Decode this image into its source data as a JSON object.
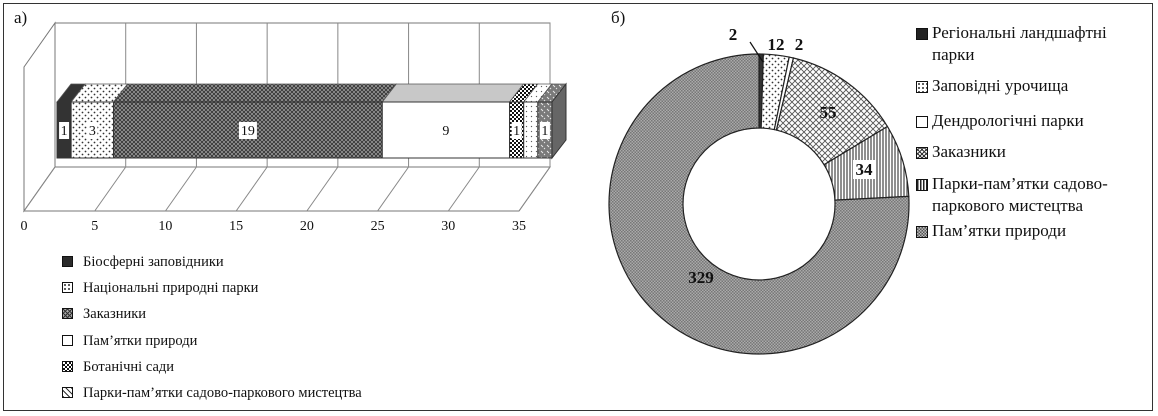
{
  "panel_a": {
    "label": "а)",
    "x_ticks": [
      "0",
      "5",
      "10",
      "15",
      "20",
      "25",
      "30",
      "35"
    ],
    "legend": [
      "Біосферні заповідники",
      "Національні природні парки",
      "Заказники",
      "Пам’ятки природи",
      "Ботанічні сади",
      "Парки-пам’ятки садово-паркового мистецтва"
    ]
  },
  "panel_b": {
    "label": "б)",
    "legend": [
      "Регіональні ландшафтні парки",
      "Заповідні урочища",
      "Дендрологічні парки",
      "Заказники",
      "Парки-пам’ятки садово-паркового мистецтва",
      "Пам’ятки природи"
    ]
  },
  "chart_data": [
    {
      "type": "bar",
      "orientation": "horizontal-stacked-3d",
      "xlim": [
        0,
        35
      ],
      "x_ticks": [
        0,
        5,
        10,
        15,
        20,
        25,
        30,
        35
      ],
      "grid": true,
      "legend_position": "bottom",
      "series": [
        {
          "name": "Біосферні заповідники",
          "values": [
            1
          ],
          "pattern": "solid-dark",
          "color": "#3a3a3a"
        },
        {
          "name": "Національні природні парки",
          "values": [
            3
          ],
          "pattern": "sparse-dots",
          "color": "#ffffff"
        },
        {
          "name": "Заказники",
          "values": [
            19
          ],
          "pattern": "crosshatch",
          "color": "#777777"
        },
        {
          "name": "Пам’ятки природи",
          "values": [
            9
          ],
          "pattern": "white",
          "color": "#ffffff"
        },
        {
          "name": "Ботанічні сади",
          "values": [
            1
          ],
          "pattern": "checker-dark",
          "color": "#222222"
        },
        {
          "name": "Парки-пам’ятки садово-паркового мистецтва",
          "values": [
            1
          ],
          "pattern": "light-dots",
          "color": "#ffffff"
        },
        {
          "name": "",
          "values": [
            1
          ],
          "pattern": "grey-dots",
          "color": "#888888"
        }
      ],
      "data_labels": [
        "1",
        "3",
        "19",
        "9",
        "1",
        "",
        "1"
      ]
    },
    {
      "type": "pie",
      "variant": "donut",
      "legend_position": "right",
      "slices": [
        {
          "name": "Регіональні ландшафтні парки",
          "value": 2,
          "label": "2",
          "pattern": "solid-dark",
          "color": "#2a2a2a"
        },
        {
          "name": "Заповідні урочища",
          "value": 12,
          "label": "12",
          "pattern": "sparse-dots",
          "color": "#ffffff"
        },
        {
          "name": "Дендрологічні парки",
          "value": 2,
          "label": "2",
          "pattern": "white",
          "color": "#ffffff"
        },
        {
          "name": "Заказники",
          "value": 55,
          "label": "55",
          "pattern": "crosshatch-light",
          "color": "#cccccc"
        },
        {
          "name": "Парки-пам’ятки садово-паркового мистецтва",
          "value": 34,
          "label": "34",
          "pattern": "vertical-lines",
          "color": "#999999"
        },
        {
          "name": "Пам’ятки природи",
          "value": 329,
          "label": "329",
          "pattern": "grey-dense",
          "color": "#8c8c8c"
        }
      ]
    }
  ]
}
